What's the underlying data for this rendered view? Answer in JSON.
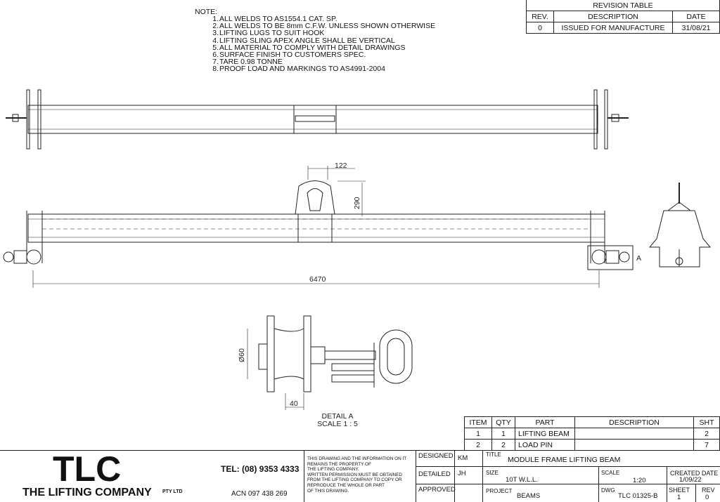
{
  "notes": {
    "heading": "NOTE:",
    "items": [
      "ALL WELDS TO AS1554.1 CAT. SP.",
      "ALL WELDS TO BE 8mm C.F.W. UNLESS SHOWN OTHERWISE",
      "LIFTING LUGS TO SUIT HOOK",
      "LIFTING SLING APEX ANGLE SHALL BE VERTICAL",
      "ALL MATERIAL TO COMPLY WITH DETAIL DRAWINGS",
      "SURFACE FINISH TO CUSTOMERS SPEC.",
      "TARE 0.98 TONNE",
      "PROOF LOAD AND MARKINGS TO AS4991-2004"
    ]
  },
  "revision_table": {
    "title": "REVISION TABLE",
    "headers": [
      "REV.",
      "DESCRIPTION",
      "DATE"
    ],
    "rows": [
      [
        "0",
        "ISSUED FOR MANUFACTURE",
        "31/08/21"
      ]
    ]
  },
  "dimensions": {
    "lug_width": "122",
    "lug_height": "290",
    "overall_length": "6470",
    "pin_dia": "Ø60",
    "pin_offset": "40",
    "detail_ref": "A"
  },
  "detail_label": {
    "title": "DETAIL A",
    "scale": "SCALE 1 : 5"
  },
  "parts_table": {
    "headers": [
      "ITEM",
      "QTY",
      "PART",
      "DESCRIPTION",
      "SHT"
    ],
    "rows": [
      [
        "1",
        "1",
        "LIFTING BEAM",
        "",
        "2"
      ],
      [
        "2",
        "2",
        "LOAD PIN",
        "",
        "7"
      ]
    ]
  },
  "company": {
    "logo": "TLC",
    "name": "THE LIFTING COMPANY",
    "suffix": "PTY LTD",
    "tel": "TEL: (08) 9353 4333",
    "acn": "ACN 097 438 269",
    "disclaimer": [
      "THIS DRAWING AND THE INFORMATION ON IT",
      "REMAINS THE PROPERTY OF",
      "THE LIFTING COMPANY.",
      "WRITTEN PERMISSION MUST BE OBTAINED",
      "FROM THE LIFTING COMPANY TO COPY OR",
      "REPRODUCE THE WHOLE OR PART",
      "OF THIS DRAWING."
    ]
  },
  "title_block": {
    "designed_label": "DESIGNED",
    "designed": "KM",
    "detailed_label": "DETAILED",
    "detailed": "JH",
    "approved_label": "APPROVED",
    "approved": "",
    "title_label": "TITLE",
    "title": "MODULE FRAME LIFTING BEAM",
    "size_label": "SIZE",
    "size": "10T W.L.L.",
    "scale_label": "SCALE",
    "scale": "1:20",
    "created_label": "CREATED DATE",
    "created": "1/09/22",
    "project_label": "PROJECT",
    "project": "BEAMS",
    "dwg_label": "DWG",
    "dwg": "TLC 01325-B",
    "sheet_label": "SHEET",
    "sheet": "1",
    "rev_label": "REV",
    "rev": "0"
  }
}
